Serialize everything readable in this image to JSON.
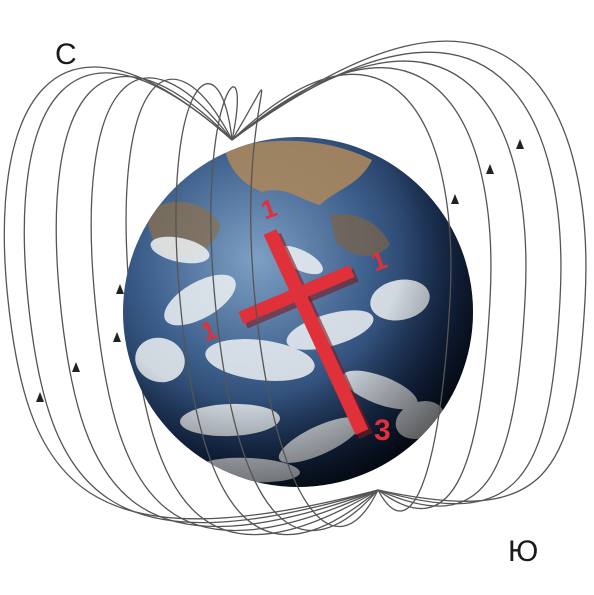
{
  "poles": {
    "north": "С",
    "south": "Ю"
  },
  "cross_labels": {
    "top": "1",
    "right": "1",
    "left": "1",
    "bottom": "3"
  },
  "colors": {
    "field_line": "#555555",
    "arrow": "#222222",
    "cross": "#e0303a",
    "cross_shadow": "#8a1c22",
    "ocean_light": "#6f90b8",
    "ocean_dark": "#0c1a33",
    "cloud": "#f2f4f6",
    "land": "#9a7a55"
  },
  "icons": [
    "magnetic-field-line",
    "earth-globe",
    "stress-cross"
  ]
}
